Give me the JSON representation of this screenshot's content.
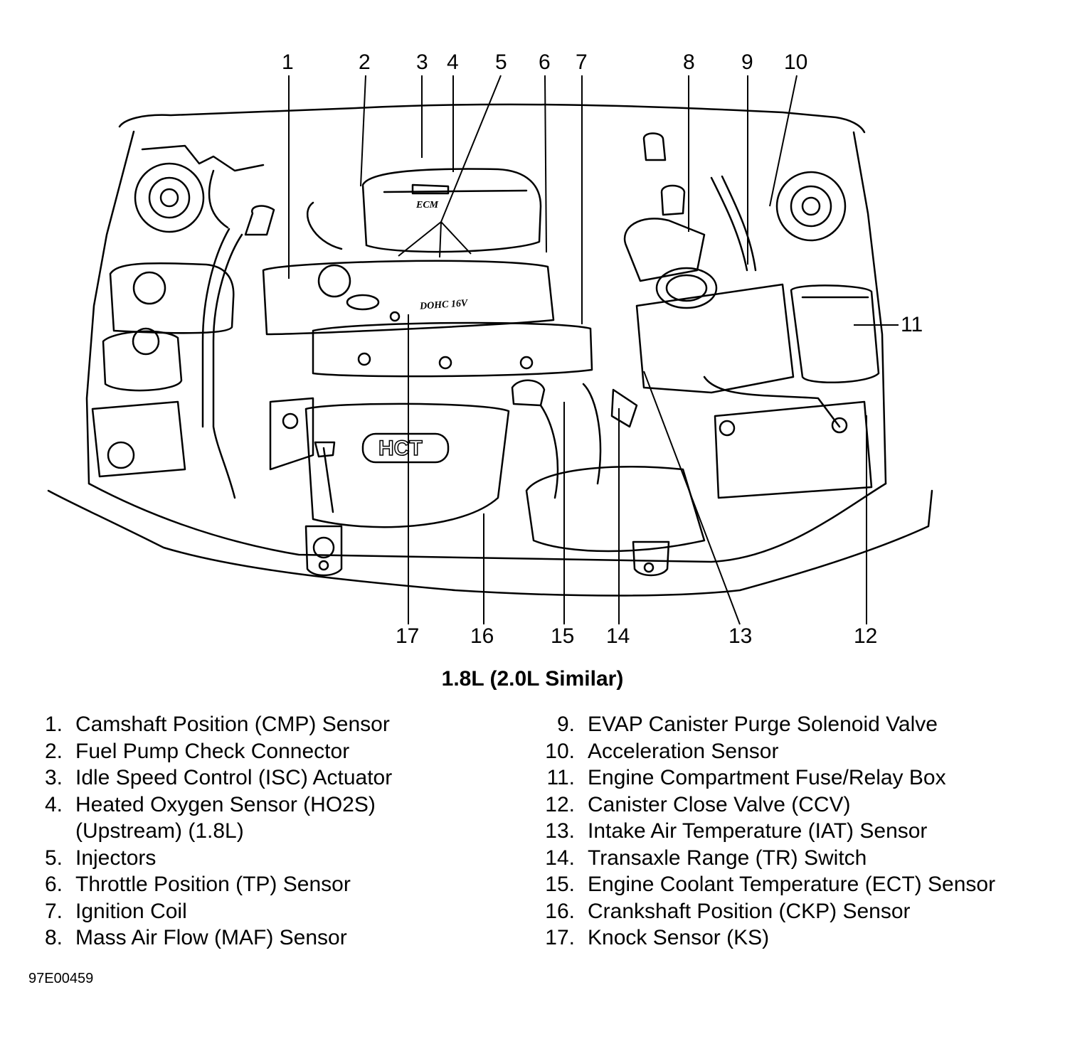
{
  "callouts": [
    "1",
    "2",
    "3",
    "4",
    "5",
    "6",
    "7",
    "8",
    "9",
    "10",
    "11",
    "12",
    "13",
    "14",
    "15",
    "16",
    "17"
  ],
  "caption": "1.8L (2.0L Similar)",
  "legend": [
    {
      "num": "1.",
      "text": "Camshaft Position (CMP) Sensor"
    },
    {
      "num": "2.",
      "text": "Fuel Pump Check Connector"
    },
    {
      "num": "3.",
      "text": "Idle Speed Control (ISC) Actuator"
    },
    {
      "num": "4.",
      "text": "Heated Oxygen Sensor (HO2S)"
    },
    {
      "num": "",
      "text": "(Upstream) (1.8L)"
    },
    {
      "num": "5.",
      "text": "Injectors"
    },
    {
      "num": "6.",
      "text": "Throttle Position (TP) Sensor"
    },
    {
      "num": "7.",
      "text": "Ignition Coil"
    },
    {
      "num": "8.",
      "text": "Mass Air Flow (MAF) Sensor"
    },
    {
      "num": "9.",
      "text": "EVAP Canister Purge Solenoid Valve"
    },
    {
      "num": "10.",
      "text": "Acceleration Sensor"
    },
    {
      "num": "11.",
      "text": "Engine Compartment Fuse/Relay Box"
    },
    {
      "num": "12.",
      "text": "Canister Close Valve (CCV)"
    },
    {
      "num": "13.",
      "text": "Intake Air Temperature (IAT) Sensor"
    },
    {
      "num": "14.",
      "text": "Transaxle Range (TR) Switch"
    },
    {
      "num": "15.",
      "text": "Engine Coolant Temperature (ECT) Sensor"
    },
    {
      "num": "16.",
      "text": "Crankshaft Position (CKP) Sensor"
    },
    {
      "num": "17.",
      "text": "Knock Sensor (KS)"
    }
  ],
  "engine_logos": {
    "valve_cover": "DOHC 16V",
    "block": "HCT",
    "ecu": "ECM"
  },
  "figure_id": "97E00459"
}
